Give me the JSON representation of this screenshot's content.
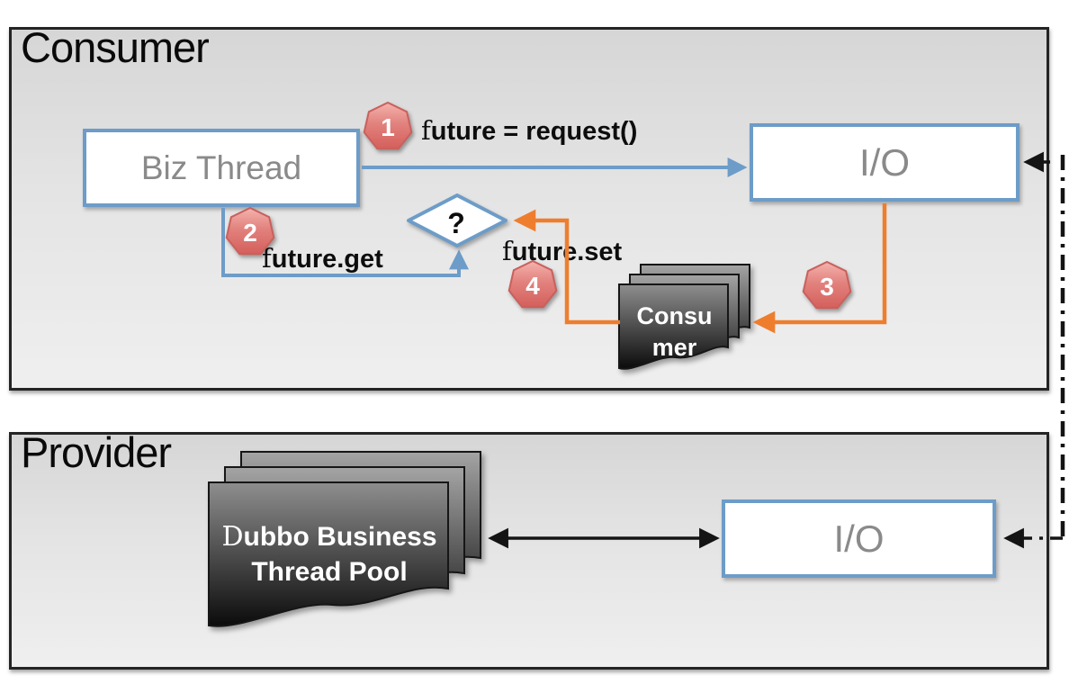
{
  "consumer_section": {
    "title": "Consumer",
    "biz_thread_box": {
      "label": "Biz Thread"
    },
    "io_box": {
      "label": "I/O"
    },
    "decision": {
      "label": "?"
    },
    "steps": {
      "step1": {
        "number": "1",
        "label": "future = request()"
      },
      "step2": {
        "number": "2",
        "label": "future.get"
      },
      "step3": {
        "number": "3"
      },
      "step4": {
        "number": "4",
        "label": "future.set"
      }
    },
    "thread_stack": {
      "lines": [
        "Consu",
        "mer"
      ]
    }
  },
  "provider_section": {
    "title": "Provider",
    "io_box": {
      "label": "I/O"
    },
    "thread_stack": {
      "lines": [
        "Dubbo Business",
        "Thread Pool"
      ]
    }
  },
  "colors": {
    "node_border_blue": "#6d9cc8",
    "arrow_blue": "#6d9cc8",
    "arrow_orange": "#ee7e2e",
    "arrow_black": "#141414",
    "badge_red": "#d45f5b",
    "section_background": "#e4e4e4",
    "stack_dark": "#111111"
  }
}
